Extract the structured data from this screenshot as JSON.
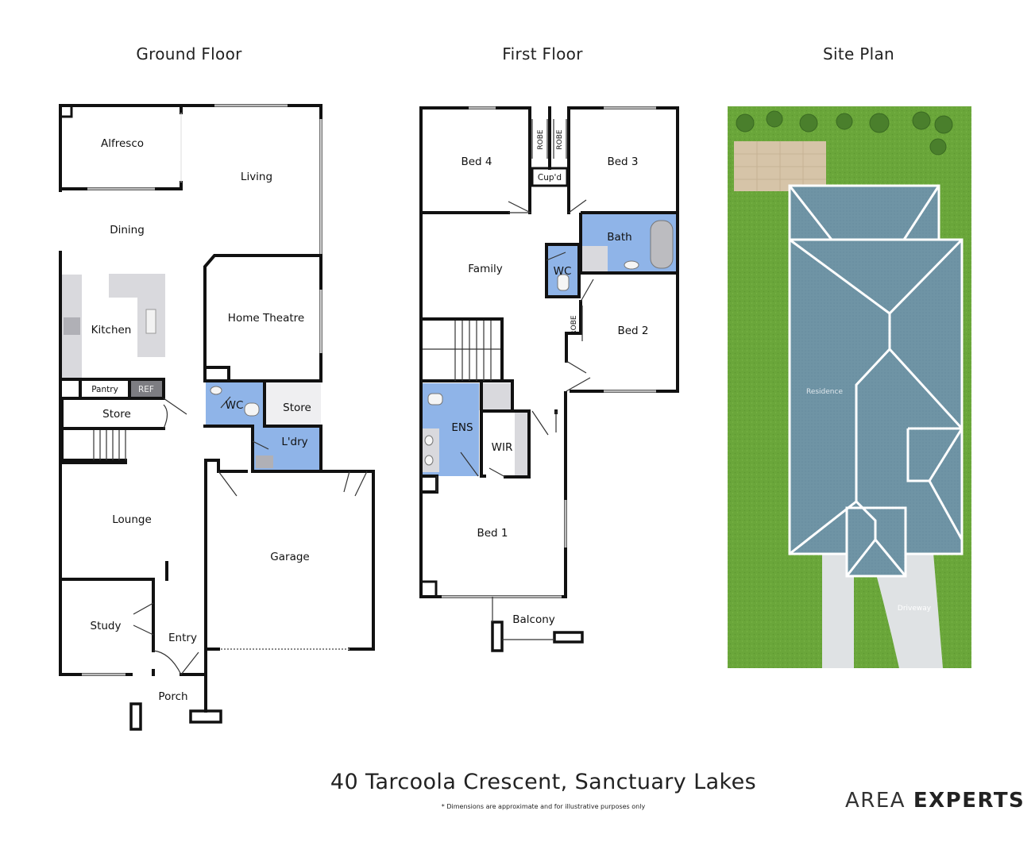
{
  "titles": {
    "ground": "Ground Floor",
    "first": "First Floor",
    "site": "Site Plan"
  },
  "ground_rooms": {
    "alfresco": "Alfresco",
    "living": "Living",
    "dining": "Dining",
    "kitchen": "Kitchen",
    "home_theatre": "Home Theatre",
    "pantry": "Pantry",
    "ref": "REF",
    "store": "Store",
    "wc": "WC",
    "store2": "Store",
    "laundry": "L'dry",
    "lounge": "Lounge",
    "garage": "Garage",
    "study": "Study",
    "entry": "Entry",
    "porch": "Porch"
  },
  "first_rooms": {
    "bed4": "Bed 4",
    "robe1": "ROBE",
    "robe2": "ROBE",
    "bed3": "Bed 3",
    "cupd": "Cup'd",
    "bath": "Bath",
    "family": "Family",
    "wc": "WC",
    "robe3": "ROBE",
    "bed2": "Bed 2",
    "ens": "ENS",
    "wir": "WIR",
    "bed1": "Bed 1",
    "balcony": "Balcony"
  },
  "site_labels": {
    "residence": "Residence",
    "driveway": "Driveway"
  },
  "footer": {
    "address": "40 Tarcoola Crescent, Sanctuary Lakes",
    "disclaimer": "* Dimensions are approximate and for illustrative purposes only",
    "brand_light": "AREA",
    "brand_bold": "EXPERTS"
  },
  "colors": {
    "wet_area": "#8fb4e8",
    "fixture_grey": "#d9d9dd",
    "lawn": "#6aa63a",
    "roof": "#6f94a5",
    "wall": "#111111"
  }
}
